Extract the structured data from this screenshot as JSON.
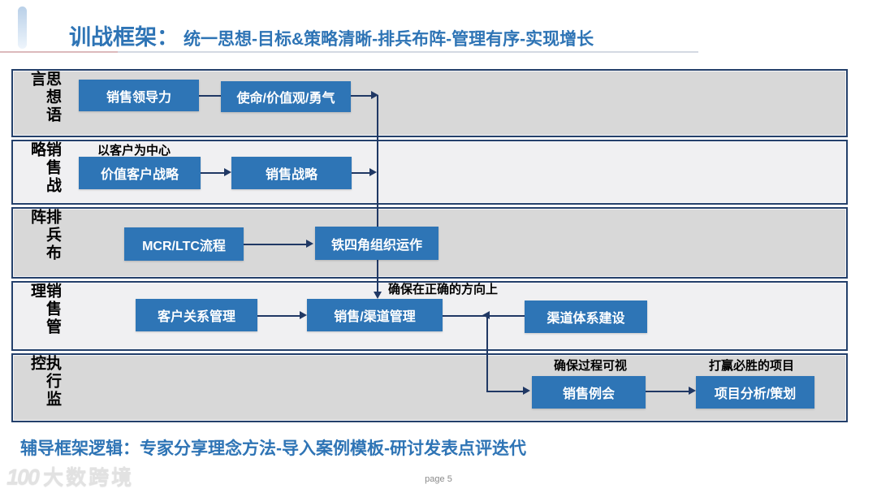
{
  "title": {
    "prefix": "训战框架：",
    "rest": "统一思想-目标&策略清晰-排兵布阵-管理有序-实现增长"
  },
  "bands": [
    {
      "label": "思想语言",
      "boxes": [
        "销售领导力",
        "使命/价值观/勇气"
      ]
    },
    {
      "label": "销售战略",
      "note": "以客户为中心",
      "boxes": [
        "价值客户战略",
        "销售战略"
      ]
    },
    {
      "label": "排兵布阵",
      "boxes": [
        "MCR/LTC流程",
        "铁四角组织运作"
      ]
    },
    {
      "label": "销售管理",
      "note": "确保在正确的方向上",
      "boxes": [
        "客户关系管理",
        "销售/渠道管理",
        "渠道体系建设"
      ]
    },
    {
      "label": "执行监控",
      "notes": [
        "确保过程可视",
        "打赢必胜的项目"
      ],
      "boxes": [
        "销售例会",
        "项目分析/策划"
      ]
    }
  ],
  "footer": {
    "logic": "辅导框架逻辑：专家分享理念方法-导入案例模板-研讨发表点评迭代",
    "logo_icon": "100",
    "logo_text": "大数跨境",
    "page": "page 5"
  },
  "colors": {
    "accent_blue": "#2E75B6",
    "title_blue": "#2E74B5",
    "border_navy": "#24406b",
    "connector_navy": "#203864",
    "band_gray": "#D8D8D8",
    "band_light": "#F0F0F2"
  }
}
